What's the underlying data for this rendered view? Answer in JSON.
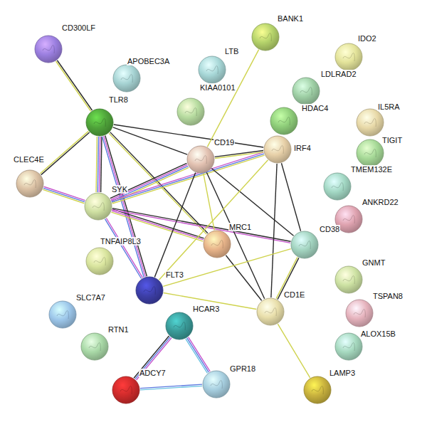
{
  "diagram": {
    "nodes": [
      {
        "text": [
          "BANK1"
        ]
      },
      {
        "text": [
          "CD300LF"
        ]
      },
      {
        "text": [
          "IDO2"
        ]
      },
      {
        "text": [
          "LTB"
        ]
      },
      {
        "text": [
          "APOBEC3A"
        ]
      },
      {
        "text": [
          "LDLRAD2"
        ]
      },
      {
        "text": [
          "KIAA0101"
        ]
      },
      {
        "text": [
          "HDAC4"
        ]
      },
      {
        "text": [
          "TLR8"
        ]
      },
      {
        "text": [
          "IL5RA"
        ]
      },
      {
        "text": [
          "IRF4"
        ]
      },
      {
        "text": [
          "TIGIT"
        ]
      },
      {
        "text": [
          "CD19"
        ]
      },
      {
        "text": [
          "CLEC4E"
        ]
      },
      {
        "text": [
          "TMEM132E"
        ]
      },
      {
        "text": [
          "SYK"
        ]
      },
      {
        "text": [
          "ANKRD22"
        ]
      },
      {
        "text": [
          "MRC1"
        ]
      },
      {
        "text": [
          "CD38"
        ]
      },
      {
        "text": [
          "TNFAIP8L3"
        ]
      },
      {
        "text": [
          "GNMT"
        ]
      },
      {
        "text": [
          "FLT3"
        ]
      },
      {
        "text": [
          "CD1E"
        ]
      },
      {
        "text": [
          "TSPAN8"
        ]
      },
      {
        "text": [
          "SLC7A7"
        ]
      },
      {
        "text": [
          "HCAR3"
        ]
      },
      {
        "text": [
          "ALOX15B"
        ]
      },
      {
        "text": [
          "RTN1"
        ]
      },
      {
        "text": [
          "GPR18"
        ]
      },
      {
        "text": [
          "ADCY7"
        ]
      },
      {
        "text": [
          "LAMP3"
        ]
      }
    ],
    "edges": [
      {
        "from": 1,
        "to": 8,
        "arrow": "none"
      },
      {
        "from": 8,
        "to": 13,
        "arrow": "none"
      },
      {
        "from": 8,
        "to": 15,
        "arrow": "none"
      },
      {
        "from": 8,
        "to": 21,
        "arrow": "none"
      },
      {
        "from": 8,
        "to": 12,
        "arrow": "none"
      },
      {
        "from": 8,
        "to": 10,
        "arrow": "none"
      },
      {
        "from": 8,
        "to": 17,
        "arrow": "none"
      },
      {
        "from": 0,
        "to": 12,
        "arrow": "none"
      },
      {
        "from": 13,
        "to": 15,
        "arrow": "none"
      },
      {
        "from": 15,
        "to": 12,
        "arrow": "none"
      },
      {
        "from": 15,
        "to": 10,
        "arrow": "none"
      },
      {
        "from": 15,
        "to": 21,
        "arrow": "none"
      },
      {
        "from": 15,
        "to": 17,
        "arrow": "none"
      },
      {
        "from": 15,
        "to": 18,
        "arrow": "none"
      },
      {
        "from": 12,
        "to": 10,
        "arrow": "none"
      },
      {
        "from": 12,
        "to": 17,
        "arrow": "none"
      },
      {
        "from": 12,
        "to": 21,
        "arrow": "none"
      },
      {
        "from": 12,
        "to": 18,
        "arrow": "none"
      },
      {
        "from": 12,
        "to": 22,
        "arrow": "none"
      },
      {
        "from": 10,
        "to": 18,
        "arrow": "none"
      },
      {
        "from": 10,
        "to": 21,
        "arrow": "none"
      },
      {
        "from": 10,
        "to": 22,
        "arrow": "none"
      },
      {
        "from": 17,
        "to": 22,
        "arrow": "none"
      },
      {
        "from": 21,
        "to": 22,
        "arrow": "none"
      },
      {
        "from": 21,
        "to": 18,
        "arrow": "none"
      },
      {
        "from": 18,
        "to": 22,
        "arrow": "none"
      },
      {
        "from": 22,
        "to": 30,
        "arrow": "none"
      },
      {
        "from": 25,
        "to": 28,
        "arrow": "none"
      },
      {
        "from": 25,
        "to": 29,
        "arrow": "none"
      },
      {
        "from": 29,
        "to": 28,
        "arrow": "none"
      }
    ]
  }
}
